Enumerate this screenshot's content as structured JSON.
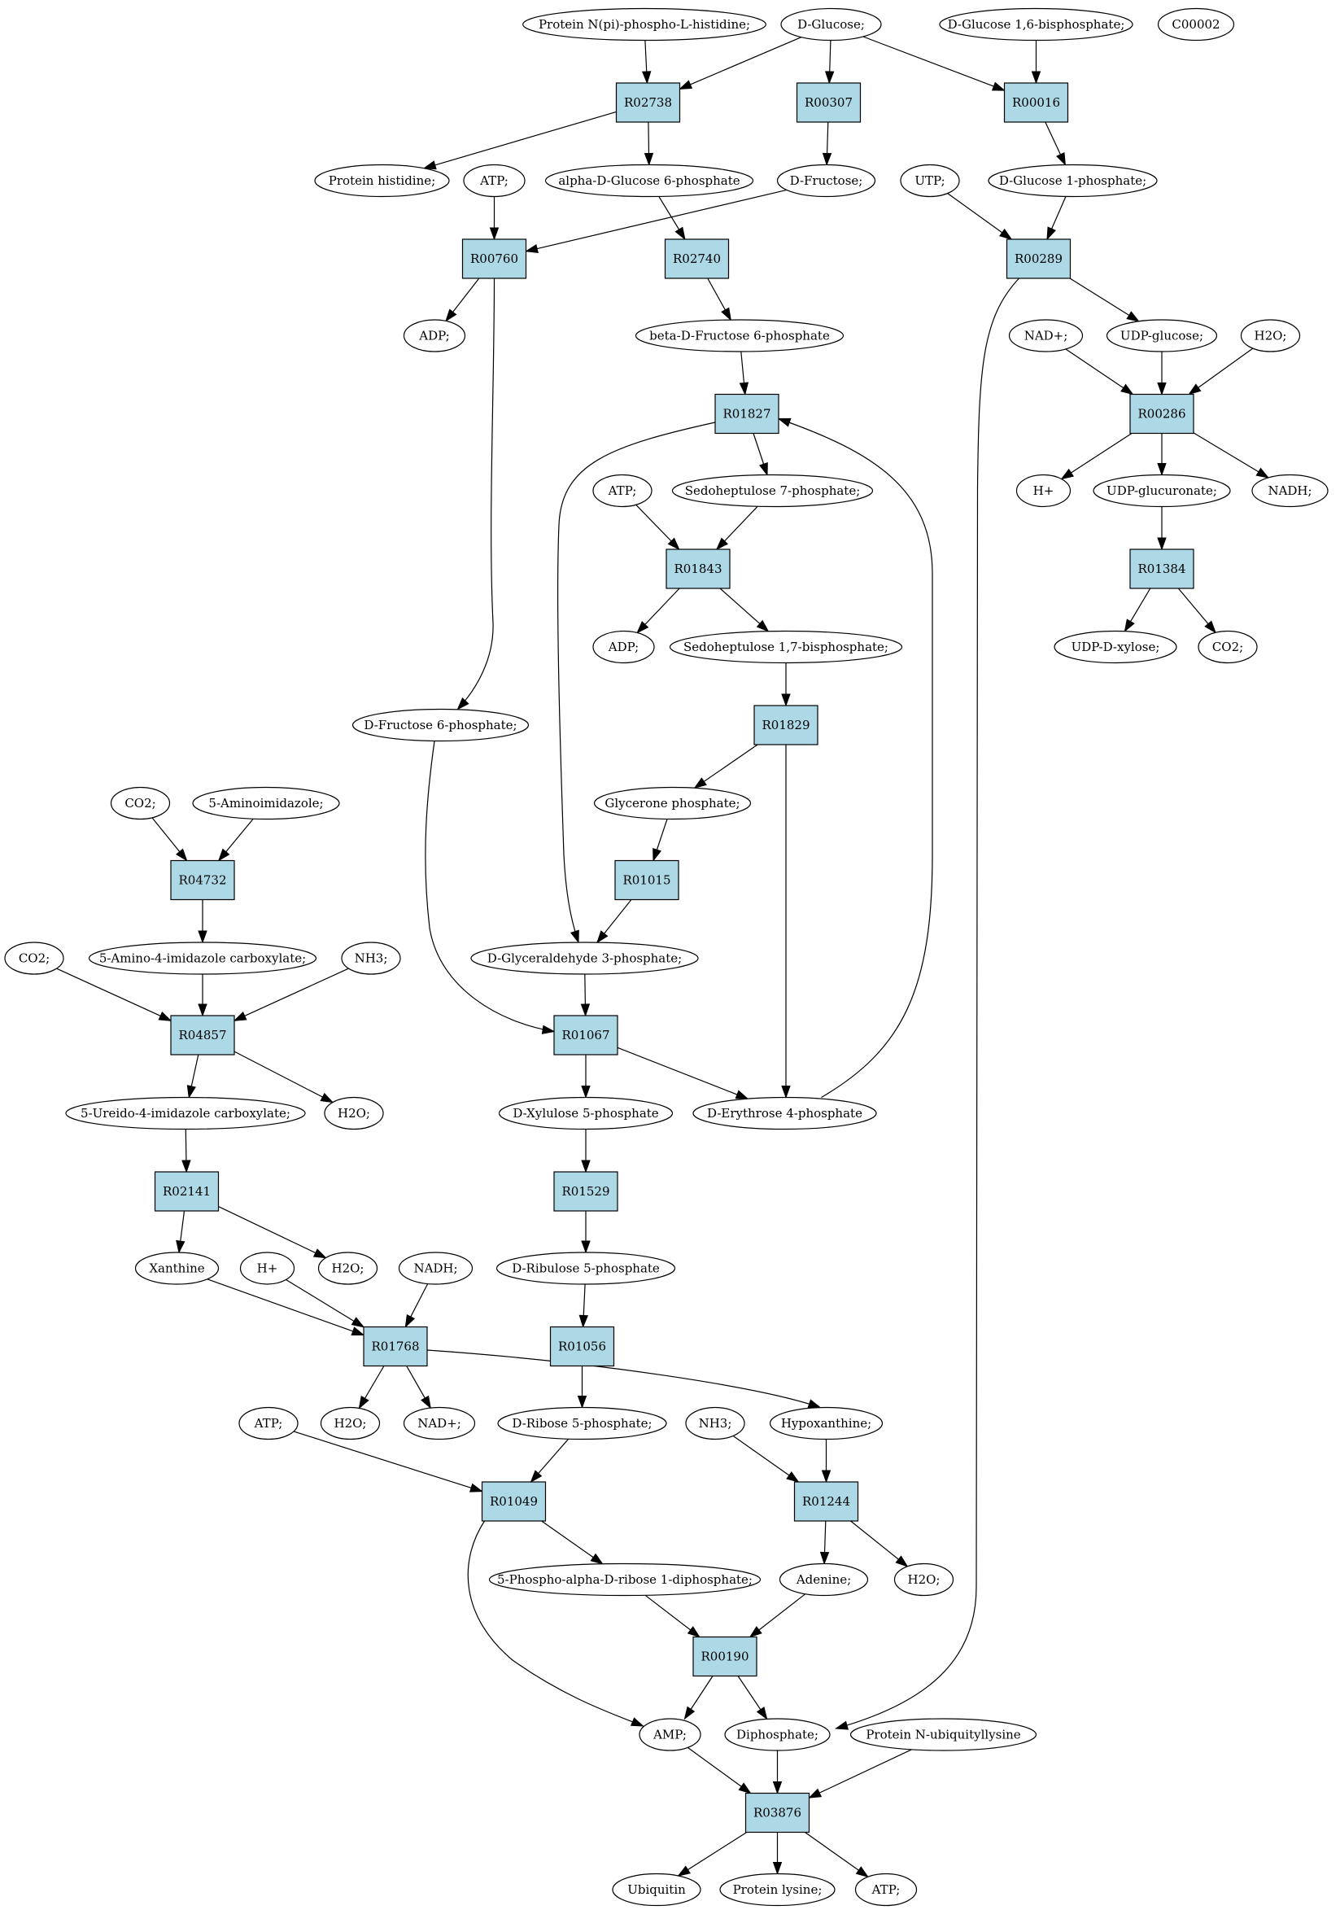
{
  "colors": {
    "reaction_fill": "#add8e6",
    "compound_fill": "#ffffff",
    "highlight_source": "#00ee00",
    "highlight_target": "#ffff00"
  },
  "nodes": {
    "n_prot_phis": {
      "label": "Protein N(pi)-phospho-L-histidine;",
      "kind": "compound"
    },
    "n_dglc": {
      "label": "D-Glucose;",
      "kind": "compound",
      "highlight": "source"
    },
    "n_dglc16bp": {
      "label": "D-Glucose 1,6-bisphosphate;",
      "kind": "compound"
    },
    "n_c00002": {
      "label": "C00002",
      "kind": "compound",
      "highlight": "target"
    },
    "r_R02738": {
      "label": "R02738",
      "kind": "reaction"
    },
    "r_R00307": {
      "label": "R00307",
      "kind": "reaction"
    },
    "r_R00016": {
      "label": "R00016",
      "kind": "reaction"
    },
    "n_prot_his": {
      "label": "Protein histidine;",
      "kind": "compound"
    },
    "n_atp1": {
      "label": "ATP;",
      "kind": "compound"
    },
    "n_ag6p": {
      "label": "alpha-D-Glucose 6-phosphate",
      "kind": "compound"
    },
    "n_dfru": {
      "label": "D-Fructose;",
      "kind": "compound"
    },
    "n_utp": {
      "label": "UTP;",
      "kind": "compound"
    },
    "n_dg1p": {
      "label": "D-Glucose 1-phosphate;",
      "kind": "compound"
    },
    "r_R00760": {
      "label": "R00760",
      "kind": "reaction"
    },
    "r_R02740": {
      "label": "R02740",
      "kind": "reaction"
    },
    "r_R00289": {
      "label": "R00289",
      "kind": "reaction"
    },
    "n_adp1": {
      "label": "ADP;",
      "kind": "compound"
    },
    "n_bf6p": {
      "label": "beta-D-Fructose 6-phosphate",
      "kind": "compound"
    },
    "n_nad1": {
      "label": "NAD+;",
      "kind": "compound"
    },
    "n_udpglc": {
      "label": "UDP-glucose;",
      "kind": "compound"
    },
    "n_h2o1": {
      "label": "H2O;",
      "kind": "compound"
    },
    "r_R01827": {
      "label": "R01827",
      "kind": "reaction"
    },
    "r_R00286": {
      "label": "R00286",
      "kind": "reaction"
    },
    "n_atp2": {
      "label": "ATP;",
      "kind": "compound"
    },
    "n_s7p": {
      "label": "Sedoheptulose 7-phosphate;",
      "kind": "compound"
    },
    "n_hplus1": {
      "label": "H+",
      "kind": "compound"
    },
    "n_udpgca": {
      "label": "UDP-glucuronate;",
      "kind": "compound"
    },
    "n_nadh1": {
      "label": "NADH;",
      "kind": "compound"
    },
    "r_R01843": {
      "label": "R01843",
      "kind": "reaction"
    },
    "r_R01384": {
      "label": "R01384",
      "kind": "reaction"
    },
    "n_adp2": {
      "label": "ADP;",
      "kind": "compound"
    },
    "n_s17bp": {
      "label": "Sedoheptulose 1,7-bisphosphate;",
      "kind": "compound"
    },
    "n_udpxyl": {
      "label": "UDP-D-xylose;",
      "kind": "compound"
    },
    "n_co2a": {
      "label": "CO2;",
      "kind": "compound"
    },
    "n_df6p": {
      "label": "D-Fructose 6-phosphate;",
      "kind": "compound"
    },
    "r_R01829": {
      "label": "R01829",
      "kind": "reaction"
    },
    "n_co2b": {
      "label": "CO2;",
      "kind": "compound"
    },
    "n_5ai": {
      "label": "5-Aminoimidazole;",
      "kind": "compound"
    },
    "n_gnp": {
      "label": "Glycerone phosphate;",
      "kind": "compound"
    },
    "r_R04732": {
      "label": "R04732",
      "kind": "reaction"
    },
    "r_R01015": {
      "label": "R01015",
      "kind": "reaction"
    },
    "n_co2c": {
      "label": "CO2;",
      "kind": "compound"
    },
    "n_5a4ic": {
      "label": "5-Amino-4-imidazole carboxylate;",
      "kind": "compound"
    },
    "n_nh3a": {
      "label": "NH3;",
      "kind": "compound"
    },
    "n_g3p": {
      "label": "D-Glyceraldehyde 3-phosphate;",
      "kind": "compound"
    },
    "r_R04857": {
      "label": "R04857",
      "kind": "reaction"
    },
    "r_R01067": {
      "label": "R01067",
      "kind": "reaction"
    },
    "n_5u4ic": {
      "label": "5-Ureido-4-imidazole carboxylate;",
      "kind": "compound"
    },
    "n_h2o2": {
      "label": "H2O;",
      "kind": "compound"
    },
    "n_xu5p": {
      "label": "D-Xylulose 5-phosphate",
      "kind": "compound"
    },
    "n_e4p": {
      "label": "D-Erythrose 4-phosphate",
      "kind": "compound"
    },
    "r_R02141": {
      "label": "R02141",
      "kind": "reaction"
    },
    "r_R01529": {
      "label": "R01529",
      "kind": "reaction"
    },
    "n_xan": {
      "label": "Xanthine",
      "kind": "compound"
    },
    "n_hplus2": {
      "label": "H+",
      "kind": "compound"
    },
    "n_h2o3": {
      "label": "H2O;",
      "kind": "compound"
    },
    "n_nadh2": {
      "label": "NADH;",
      "kind": "compound"
    },
    "n_ru5p": {
      "label": "D-Ribulose 5-phosphate",
      "kind": "compound"
    },
    "r_R01768": {
      "label": "R01768",
      "kind": "reaction"
    },
    "r_R01056": {
      "label": "R01056",
      "kind": "reaction"
    },
    "n_atp3": {
      "label": "ATP;",
      "kind": "compound"
    },
    "n_h2o4": {
      "label": "H2O;",
      "kind": "compound"
    },
    "n_nad2": {
      "label": "NAD+;",
      "kind": "compound"
    },
    "n_r5p": {
      "label": "D-Ribose 5-phosphate;",
      "kind": "compound"
    },
    "n_nh3b": {
      "label": "NH3;",
      "kind": "compound"
    },
    "n_hyp": {
      "label": "Hypoxanthine;",
      "kind": "compound"
    },
    "r_R01049": {
      "label": "R01049",
      "kind": "reaction"
    },
    "r_R01244": {
      "label": "R01244",
      "kind": "reaction"
    },
    "n_prpp": {
      "label": "5-Phospho-alpha-D-ribose 1-diphosphate;",
      "kind": "compound"
    },
    "n_ade": {
      "label": "Adenine;",
      "kind": "compound"
    },
    "n_h2o5": {
      "label": "H2O;",
      "kind": "compound"
    },
    "r_R00190": {
      "label": "R00190",
      "kind": "reaction"
    },
    "n_amp": {
      "label": "AMP;",
      "kind": "compound"
    },
    "n_ppi": {
      "label": "Diphosphate;",
      "kind": "compound"
    },
    "n_pnub": {
      "label": "Protein N-ubiquityllysine",
      "kind": "compound"
    },
    "r_R03876": {
      "label": "R03876",
      "kind": "reaction"
    },
    "n_ubq": {
      "label": "Ubiquitin",
      "kind": "compound"
    },
    "n_plys": {
      "label": "Protein lysine;",
      "kind": "compound"
    },
    "n_atp4": {
      "label": "ATP;",
      "kind": "compound"
    }
  },
  "edges": [
    [
      "n_prot_phis",
      "r_R02738"
    ],
    [
      "n_dglc",
      "r_R02738"
    ],
    [
      "n_dglc",
      "r_R00307"
    ],
    [
      "n_dglc",
      "r_R00016"
    ],
    [
      "n_dglc16bp",
      "r_R00016"
    ],
    [
      "r_R02738",
      "n_prot_his"
    ],
    [
      "r_R02738",
      "n_ag6p"
    ],
    [
      "r_R00307",
      "n_dfru"
    ],
    [
      "r_R00016",
      "n_dg1p"
    ],
    [
      "n_atp1",
      "r_R00760"
    ],
    [
      "n_dfru",
      "r_R00760"
    ],
    [
      "n_ag6p",
      "r_R02740"
    ],
    [
      "n_utp",
      "r_R00289"
    ],
    [
      "n_dg1p",
      "r_R00289"
    ],
    [
      "r_R00760",
      "n_adp1"
    ],
    [
      "r_R00760",
      "n_df6p"
    ],
    [
      "r_R02740",
      "n_bf6p"
    ],
    [
      "r_R00289",
      "n_udpglc"
    ],
    [
      "r_R00289",
      "n_ppi"
    ],
    [
      "n_bf6p",
      "r_R01827"
    ],
    [
      "n_nad1",
      "r_R00286"
    ],
    [
      "n_udpglc",
      "r_R00286"
    ],
    [
      "n_h2o1",
      "r_R00286"
    ],
    [
      "r_R01827",
      "n_s7p"
    ],
    [
      "r_R01827",
      "n_g3p"
    ],
    [
      "r_R00286",
      "n_hplus1"
    ],
    [
      "r_R00286",
      "n_udpgca"
    ],
    [
      "r_R00286",
      "n_nadh1"
    ],
    [
      "n_atp2",
      "r_R01843"
    ],
    [
      "n_s7p",
      "r_R01843"
    ],
    [
      "n_udpgca",
      "r_R01384"
    ],
    [
      "r_R01843",
      "n_adp2"
    ],
    [
      "r_R01843",
      "n_s17bp"
    ],
    [
      "r_R01384",
      "n_udpxyl"
    ],
    [
      "r_R01384",
      "n_co2a"
    ],
    [
      "n_s17bp",
      "r_R01829"
    ],
    [
      "r_R01829",
      "n_gnp"
    ],
    [
      "r_R01829",
      "n_e4p"
    ],
    [
      "n_co2b",
      "r_R04732"
    ],
    [
      "n_5ai",
      "r_R04732"
    ],
    [
      "n_gnp",
      "r_R01015"
    ],
    [
      "r_R04732",
      "n_5a4ic"
    ],
    [
      "r_R01015",
      "n_g3p"
    ],
    [
      "n_co2c",
      "r_R04857"
    ],
    [
      "n_5a4ic",
      "r_R04857"
    ],
    [
      "n_nh3a",
      "r_R04857"
    ],
    [
      "n_g3p",
      "r_R01067"
    ],
    [
      "n_df6p",
      "r_R01067"
    ],
    [
      "n_e4p",
      "r_R01827"
    ],
    [
      "r_R04857",
      "n_5u4ic"
    ],
    [
      "r_R04857",
      "n_h2o2"
    ],
    [
      "r_R01067",
      "n_xu5p"
    ],
    [
      "r_R01067",
      "n_e4p"
    ],
    [
      "n_5u4ic",
      "r_R02141"
    ],
    [
      "n_xu5p",
      "r_R01529"
    ],
    [
      "r_R02141",
      "n_xan"
    ],
    [
      "r_R02141",
      "n_h2o3"
    ],
    [
      "r_R01529",
      "n_ru5p"
    ],
    [
      "n_xan",
      "r_R01768"
    ],
    [
      "n_hplus2",
      "r_R01768"
    ],
    [
      "n_nadh2",
      "r_R01768"
    ],
    [
      "n_ru5p",
      "r_R01056"
    ],
    [
      "r_R01768",
      "n_h2o4"
    ],
    [
      "r_R01768",
      "n_nad2"
    ],
    [
      "r_R01768",
      "n_hyp"
    ],
    [
      "r_R01056",
      "n_r5p"
    ],
    [
      "n_atp3",
      "r_R01049"
    ],
    [
      "n_r5p",
      "r_R01049"
    ],
    [
      "n_nh3b",
      "r_R01244"
    ],
    [
      "n_hyp",
      "r_R01244"
    ],
    [
      "r_R01049",
      "n_prpp"
    ],
    [
      "r_R01049",
      "n_amp"
    ],
    [
      "r_R01244",
      "n_ade"
    ],
    [
      "r_R01244",
      "n_h2o5"
    ],
    [
      "n_prpp",
      "r_R00190"
    ],
    [
      "n_ade",
      "r_R00190"
    ],
    [
      "r_R00190",
      "n_amp"
    ],
    [
      "r_R00190",
      "n_ppi"
    ],
    [
      "n_amp",
      "r_R03876"
    ],
    [
      "n_ppi",
      "r_R03876"
    ],
    [
      "n_pnub",
      "r_R03876"
    ],
    [
      "r_R03876",
      "n_ubq"
    ],
    [
      "r_R03876",
      "n_plys"
    ],
    [
      "r_R03876",
      "n_atp4"
    ]
  ]
}
